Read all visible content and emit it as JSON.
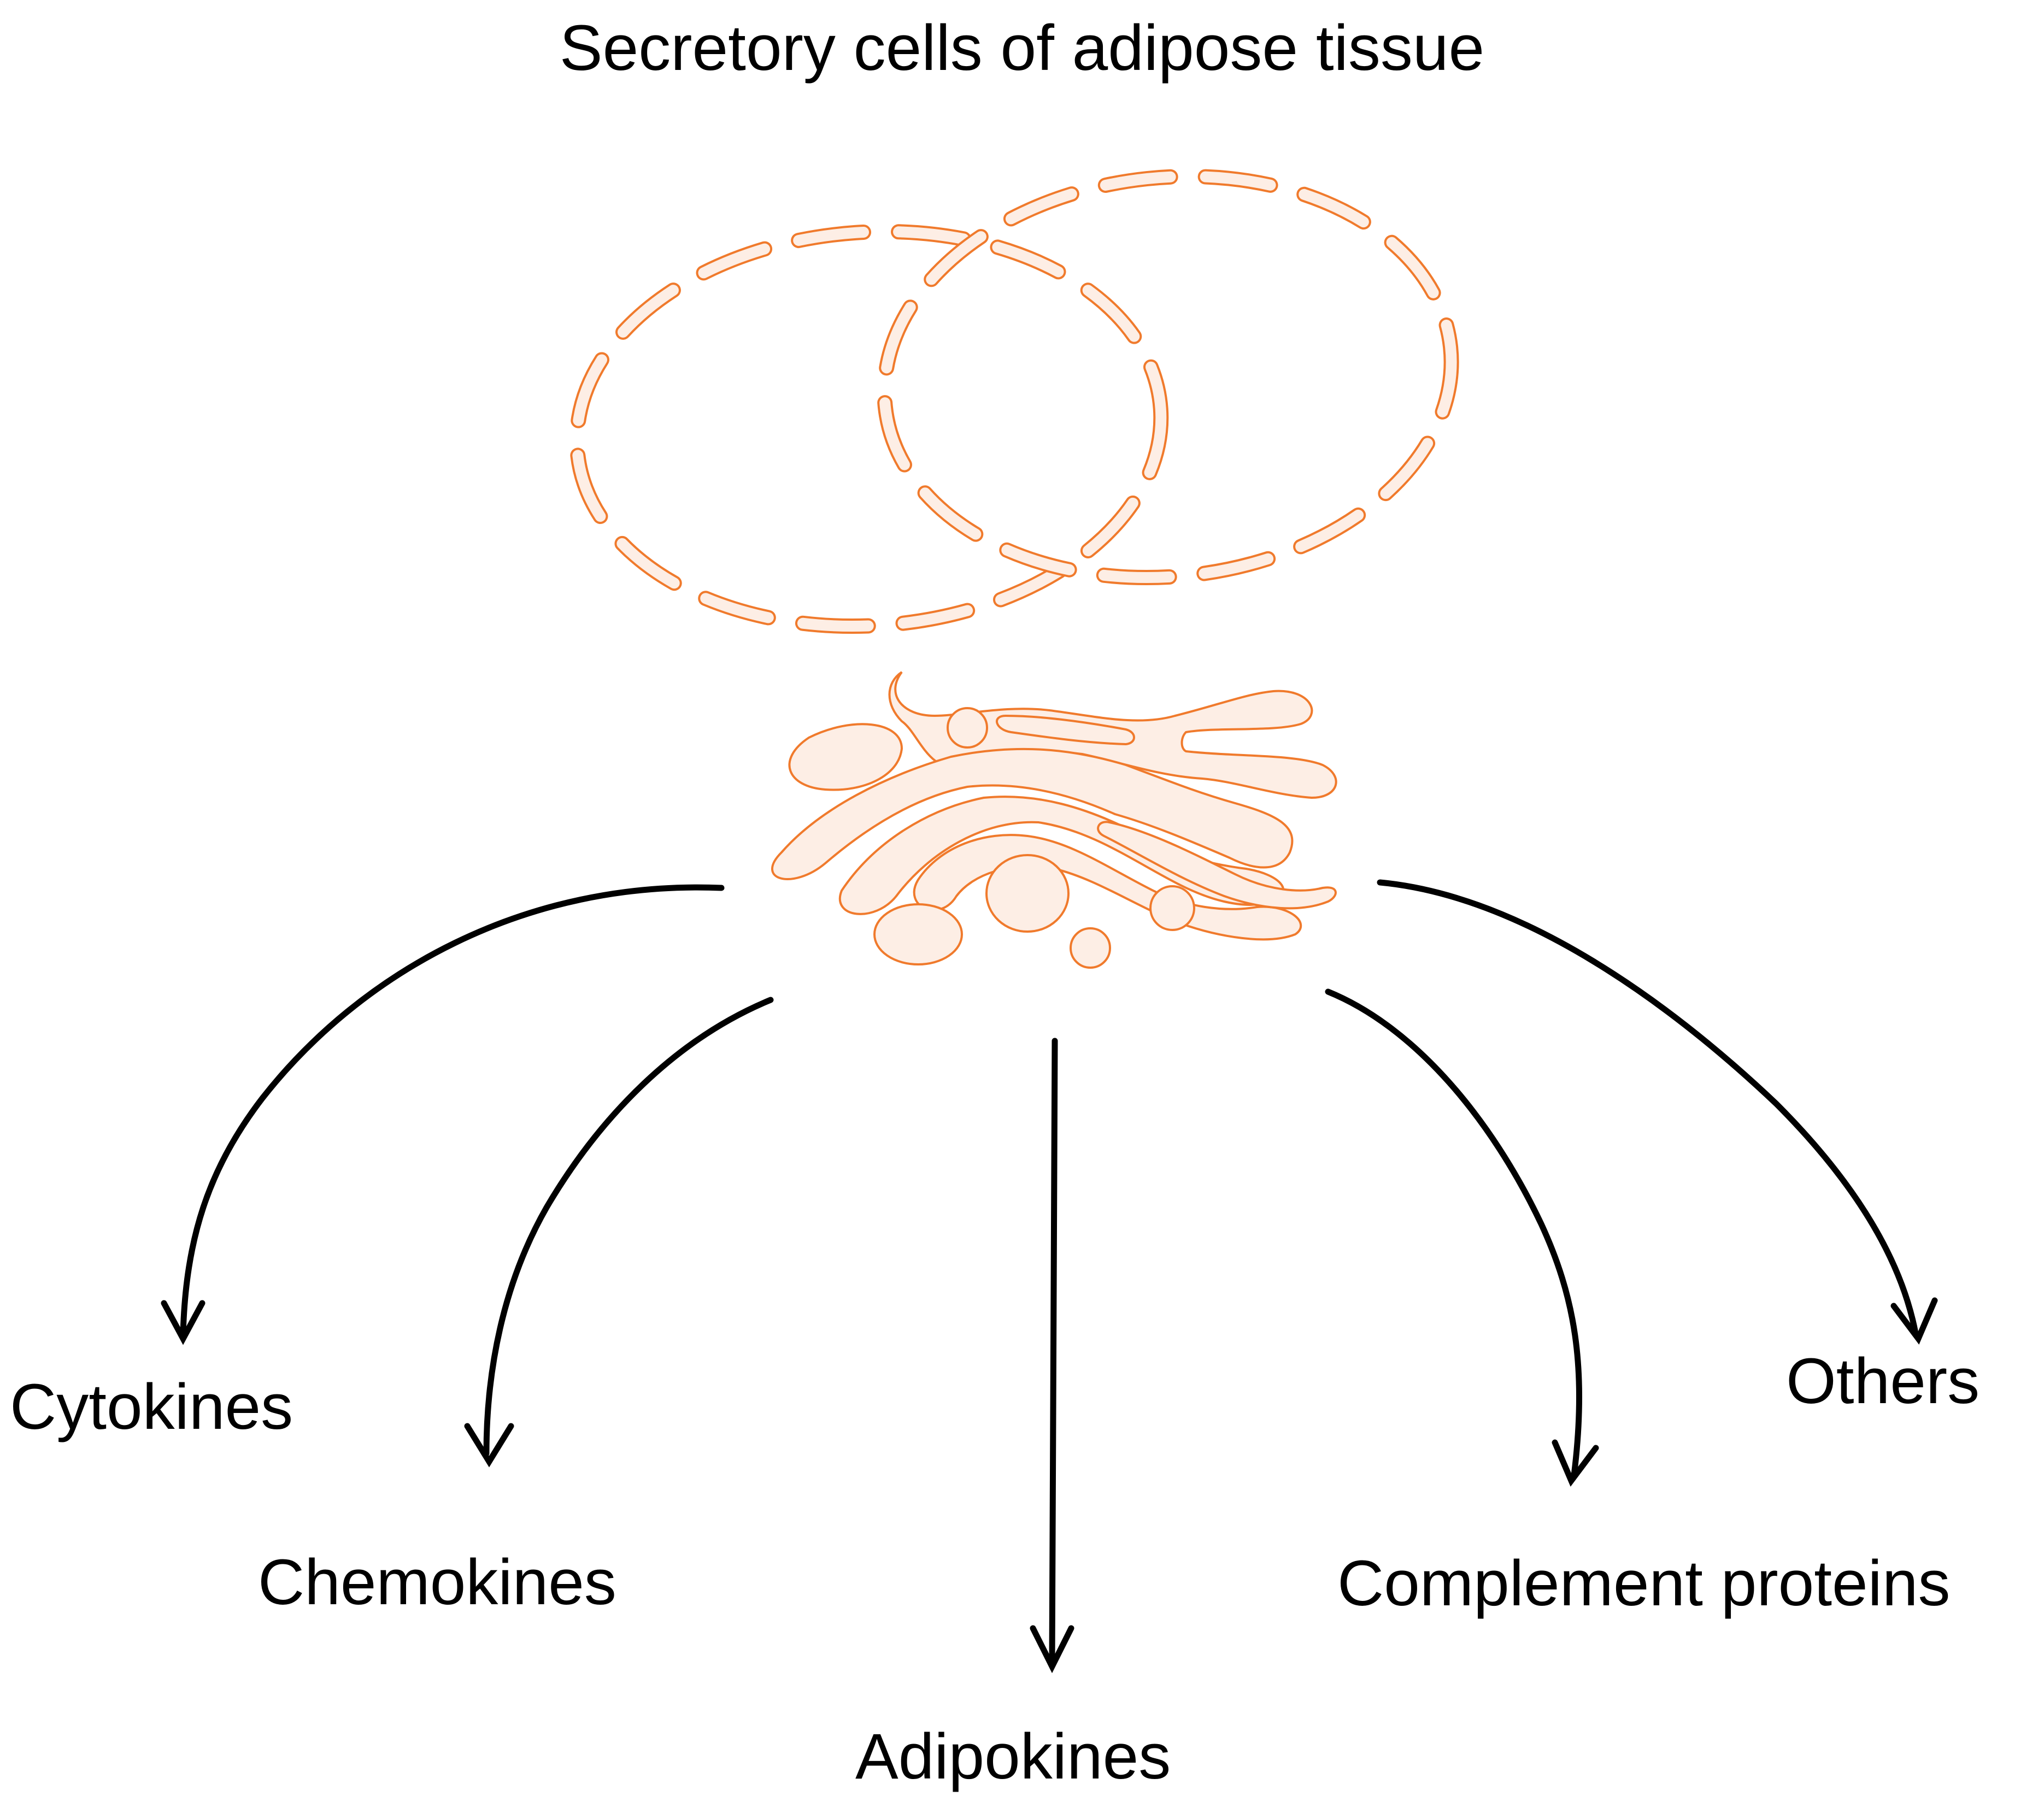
{
  "title": "Secretory cells of adipose tissue",
  "outputs": [
    {
      "label": "Cytokines"
    },
    {
      "label": "Chemokines"
    },
    {
      "label": "Adipokines"
    },
    {
      "label": "Complement proteins"
    },
    {
      "label": "Others"
    }
  ],
  "colors": {
    "accent": "#f07a2c",
    "fill": "#fdeee5",
    "arrow": "#000000",
    "text": "#000000",
    "background": "#ffffff"
  }
}
